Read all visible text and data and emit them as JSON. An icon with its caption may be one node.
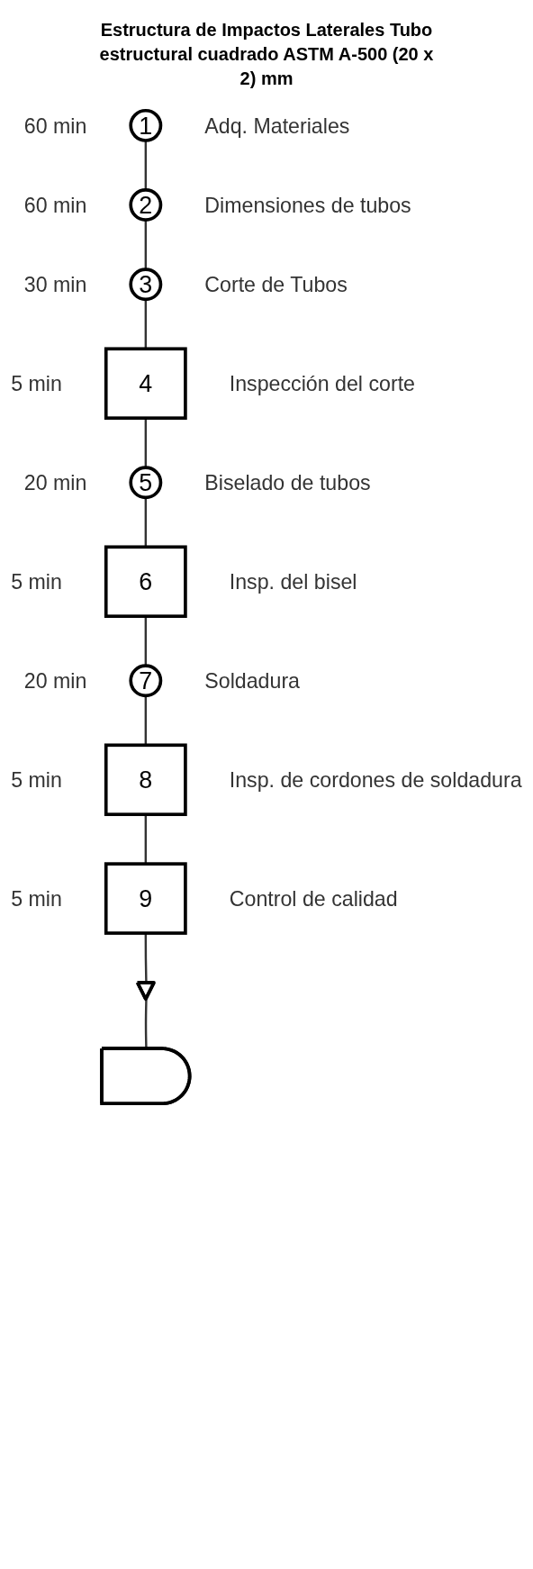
{
  "diagram": {
    "title": "Estructura de Impactos Laterales Tubo estructural cuadrado ASTM A-500 (20 x 2) mm",
    "nodes": [
      {
        "text": [
          "1"
        ],
        "beside": [
          "60 min",
          "Adq. Materiales"
        ]
      },
      {
        "text": [
          "2"
        ],
        "beside": [
          "60 min",
          "Dimensiones de tubos"
        ]
      },
      {
        "text": [
          "3"
        ],
        "beside": [
          "30 min",
          "Corte de Tubos"
        ]
      },
      {
        "text": [
          "4"
        ],
        "beside": [
          "5 min",
          "Inspección del corte"
        ]
      },
      {
        "text": [
          "5"
        ],
        "beside": [
          "20 min",
          "Biselado de tubos"
        ]
      },
      {
        "text": [
          "6"
        ],
        "beside": [
          "5 min",
          "Insp. del bisel"
        ]
      },
      {
        "text": [
          "7"
        ],
        "beside": [
          "20 min",
          "Soldadura"
        ]
      },
      {
        "text": [
          "8"
        ],
        "beside": [
          "5 min",
          "Insp. de cordones de soldadura"
        ]
      },
      {
        "text": [
          "9"
        ],
        "beside": [
          "5 min",
          "Control de calidad"
        ]
      },
      {
        "text": [],
        "shape": "triangle"
      },
      {
        "text": [],
        "shape": "delay"
      }
    ],
    "edges": [
      {
        "from": 0,
        "to": 1,
        "arrow": "none"
      },
      {
        "from": 1,
        "to": 2,
        "arrow": "none"
      },
      {
        "from": 2,
        "to": 3,
        "arrow": "none"
      },
      {
        "from": 3,
        "to": 4,
        "arrow": "none"
      },
      {
        "from": 4,
        "to": 5,
        "arrow": "none"
      },
      {
        "from": 5,
        "to": 6,
        "arrow": "none"
      },
      {
        "from": 6,
        "to": 7,
        "arrow": "none"
      },
      {
        "from": 7,
        "to": 8,
        "arrow": "none"
      },
      {
        "from": 8,
        "to": 9,
        "arrow": "none"
      },
      {
        "from": 9,
        "to": 10,
        "arrow": "none"
      }
    ]
  }
}
